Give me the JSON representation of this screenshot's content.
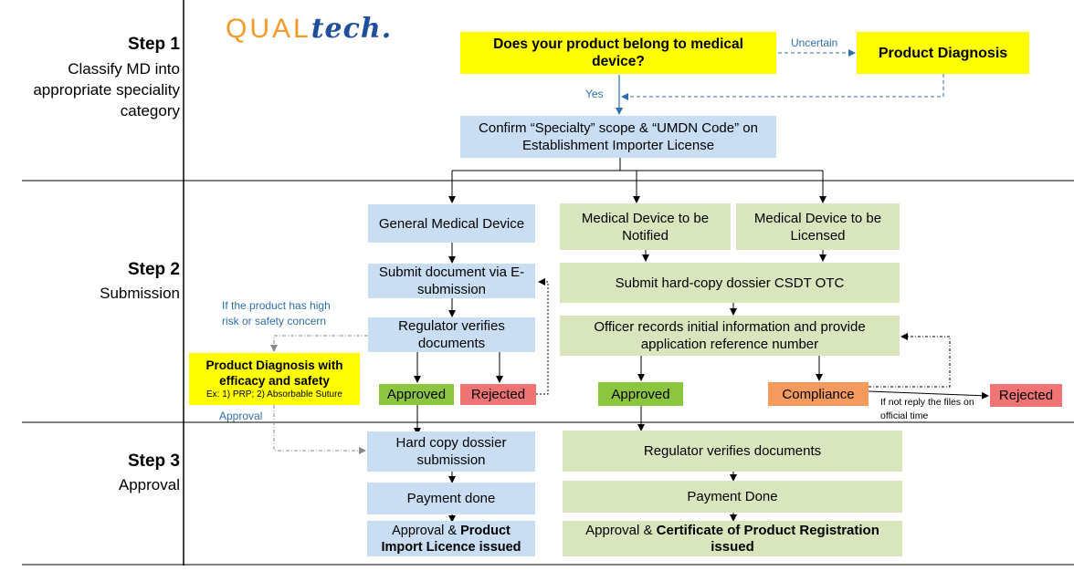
{
  "logo": {
    "part1": "QUAL",
    "part2": "tech."
  },
  "steps": [
    {
      "title": "Step 1",
      "lines": [
        "Classify MD into",
        "appropriate speciality",
        "category"
      ]
    },
    {
      "title": "Step 2",
      "lines": [
        "Submission"
      ]
    },
    {
      "title": "Step 3",
      "lines": [
        "Approval"
      ]
    }
  ],
  "step1": {
    "question": "Does your product belong to medical device?",
    "uncertain_label": "Uncertain",
    "product_diagnosis": "Product Diagnosis",
    "yes_label": "Yes",
    "confirm": "Confirm “Specialty” scope & “UMDN Code” on Establishment Importer License"
  },
  "general": {
    "title": "General Medical Device",
    "submit": "Submit document via E-submission",
    "verify": "Regulator verifies documents",
    "approved": "Approved",
    "rejected": "Rejected",
    "risk_note": "If the product has high risk or safety concern",
    "diagnosis_title": "Product Diagnosis with efficacy and safety",
    "diagnosis_example": "Ex: 1) PRP;   2) Absorbable Suture",
    "approval_note": "Approval",
    "hardcopy": "Hard copy dossier submission",
    "payment": "Payment done",
    "final_prefix": "Approval & ",
    "final_bold": "Product Import Licence issued"
  },
  "notified_licensed": {
    "notified": "Medical Device to be Notified",
    "licensed": "Medical Device to be Licensed",
    "submit": "Submit hard-copy dossier CSDT OTC",
    "officer": "Officer records initial information and provide application reference number",
    "approved": "Approved",
    "compliance": "Compliance",
    "no_reply_note": "If not reply the files on official time",
    "rejected": "Rejected",
    "verify": "Regulator verifies documents",
    "payment": "Payment Done",
    "final_prefix": "Approval & ",
    "final_bold": "Certificate of Product Registration issued"
  },
  "colors": {
    "yellow": "#ffff00",
    "light_blue": "#c9def3",
    "light_green": "#d9e6bd",
    "approved_green": "#8cc63f",
    "rejected_red": "#f07474",
    "compliance_orange": "#f79a5d",
    "note_blue": "#2f6fb0"
  }
}
